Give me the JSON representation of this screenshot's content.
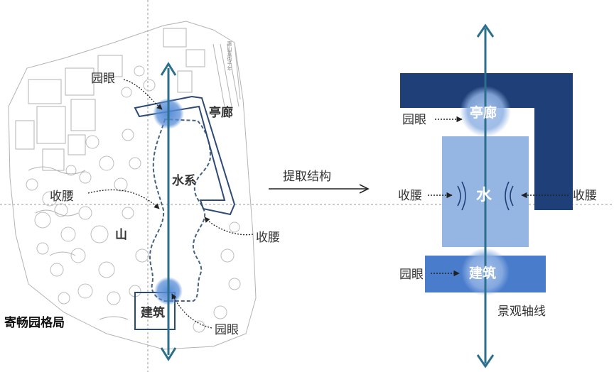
{
  "left_plan": {
    "title": "寄畅园格局",
    "labels": {
      "pavilion": "亭廊",
      "water": "水系",
      "mountain": "山",
      "building": "建筑",
      "eye_top": "园眼",
      "eye_bottom": "园眼",
      "waist_left": "收腰",
      "waist_right": "收腰"
    },
    "street_vertical_text": "惠山直街千年"
  },
  "arrow_label": "提取结构",
  "right_diagram": {
    "labels": {
      "pavilion": "亭廊",
      "water": "水",
      "building": "建筑",
      "eye_top": "园眼",
      "eye_bottom": "园眼",
      "waist_left": "收腰",
      "waist_right": "收腰",
      "axis": "景观轴线"
    },
    "colors": {
      "pavilion_block": "#1f3f78",
      "water_block": "#8fb2e2",
      "building_block": "#4a7ccc",
      "axis": "#2a6f8c",
      "node_glow": "#8fb1e3"
    }
  }
}
